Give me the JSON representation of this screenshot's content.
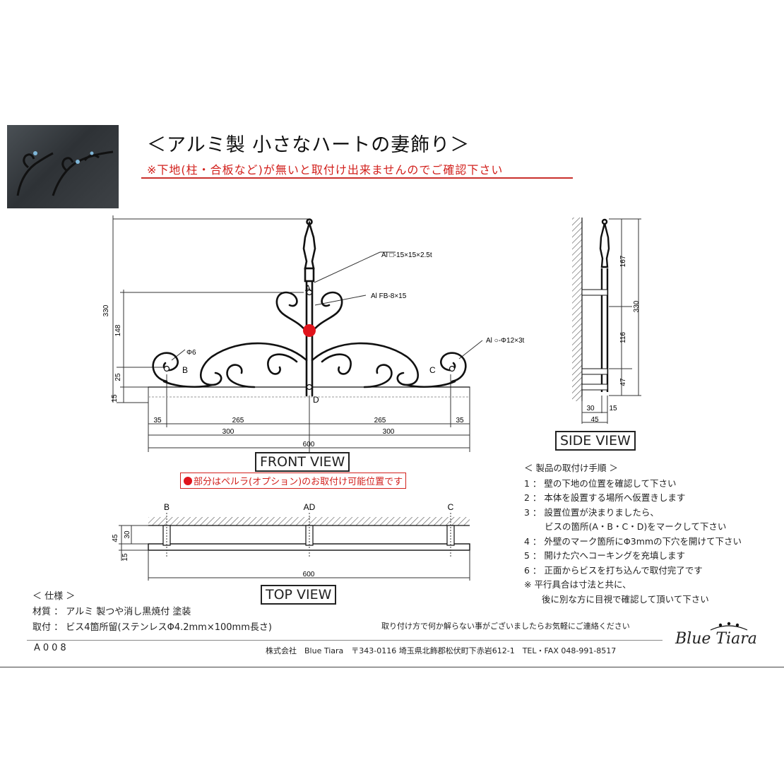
{
  "title": "＜アルミ製 小さなハートの妻飾り＞",
  "warning": "※下地(柱・合板など)が無いと取付け出来ませんのでご確認下さい",
  "front_view": {
    "label": "FRONT VIEW",
    "point_a": "A",
    "point_b": "B",
    "point_c": "C",
    "point_d": "D",
    "material_square": "Al □-15×15×2.5t",
    "material_flat": "Al FB-8×15",
    "material_round": "Al ○-Φ12×3t",
    "hole": "Φ6",
    "dims": {
      "height_total": "330",
      "height_mid": "148",
      "height_low": "25",
      "height_base": "15",
      "w35_left": "35",
      "w265_left": "265",
      "w265_right": "265",
      "w35_right": "35",
      "w300_left": "300",
      "w300_right": "300",
      "w600": "600"
    }
  },
  "side_view": {
    "label": "SIDE VIEW",
    "dims": {
      "d167": "167",
      "d116": "116",
      "d47": "47",
      "d330": "330",
      "d30": "30",
      "d15": "15",
      "d45": "45"
    }
  },
  "top_view": {
    "label": "TOP VIEW",
    "point_b": "B",
    "point_ad": "AD",
    "point_c": "C",
    "dims": {
      "d45": "45",
      "d30": "30",
      "d15": "15",
      "d600": "600"
    }
  },
  "option_note": "部分はペルラ(オプション)のお取付け可能位置です",
  "install": {
    "heading": "＜ 製品の取付け手順 ＞",
    "steps": [
      "1 ： 壁の下地の位置を確認して下さい",
      "2 ： 本体を設置する場所へ仮置きします",
      "3 ： 設置位置が決まりましたら、",
      "　　 ビスの箇所(A・B・C・D)をマークして下さい",
      "4 ： 外壁のマーク箇所にΦ3mmの下穴を開けて下さい",
      "5 ： 開けた穴へコーキングを充填します",
      "6 ： 正面からビスを打ち込んで取付完了です",
      "※  平行具合は寸法と共に、",
      "　　後に別な方に目視で確認して頂いて下さい"
    ]
  },
  "spec": {
    "heading": "＜ 仕様 ＞",
    "material": "材質 ： アルミ 製つや消し黒焼付 塗装",
    "mounting": "取付 ： ビス4箇所留(ステンレスΦ4.2mm×100mm長さ)"
  },
  "contact": "取り付け方で何か解らない事がございましたらお気軽にご連絡ください",
  "footer": "株式会社　Blue Tiara　〒343-0116 埼玉県北飾郡松伏町下赤岩612-1　TEL・FAX 048-991-8517",
  "code": "A008",
  "brand": "Blue Tiara",
  "colors": {
    "accent_red": "#d2201c",
    "option_dot": "#e0141c"
  }
}
